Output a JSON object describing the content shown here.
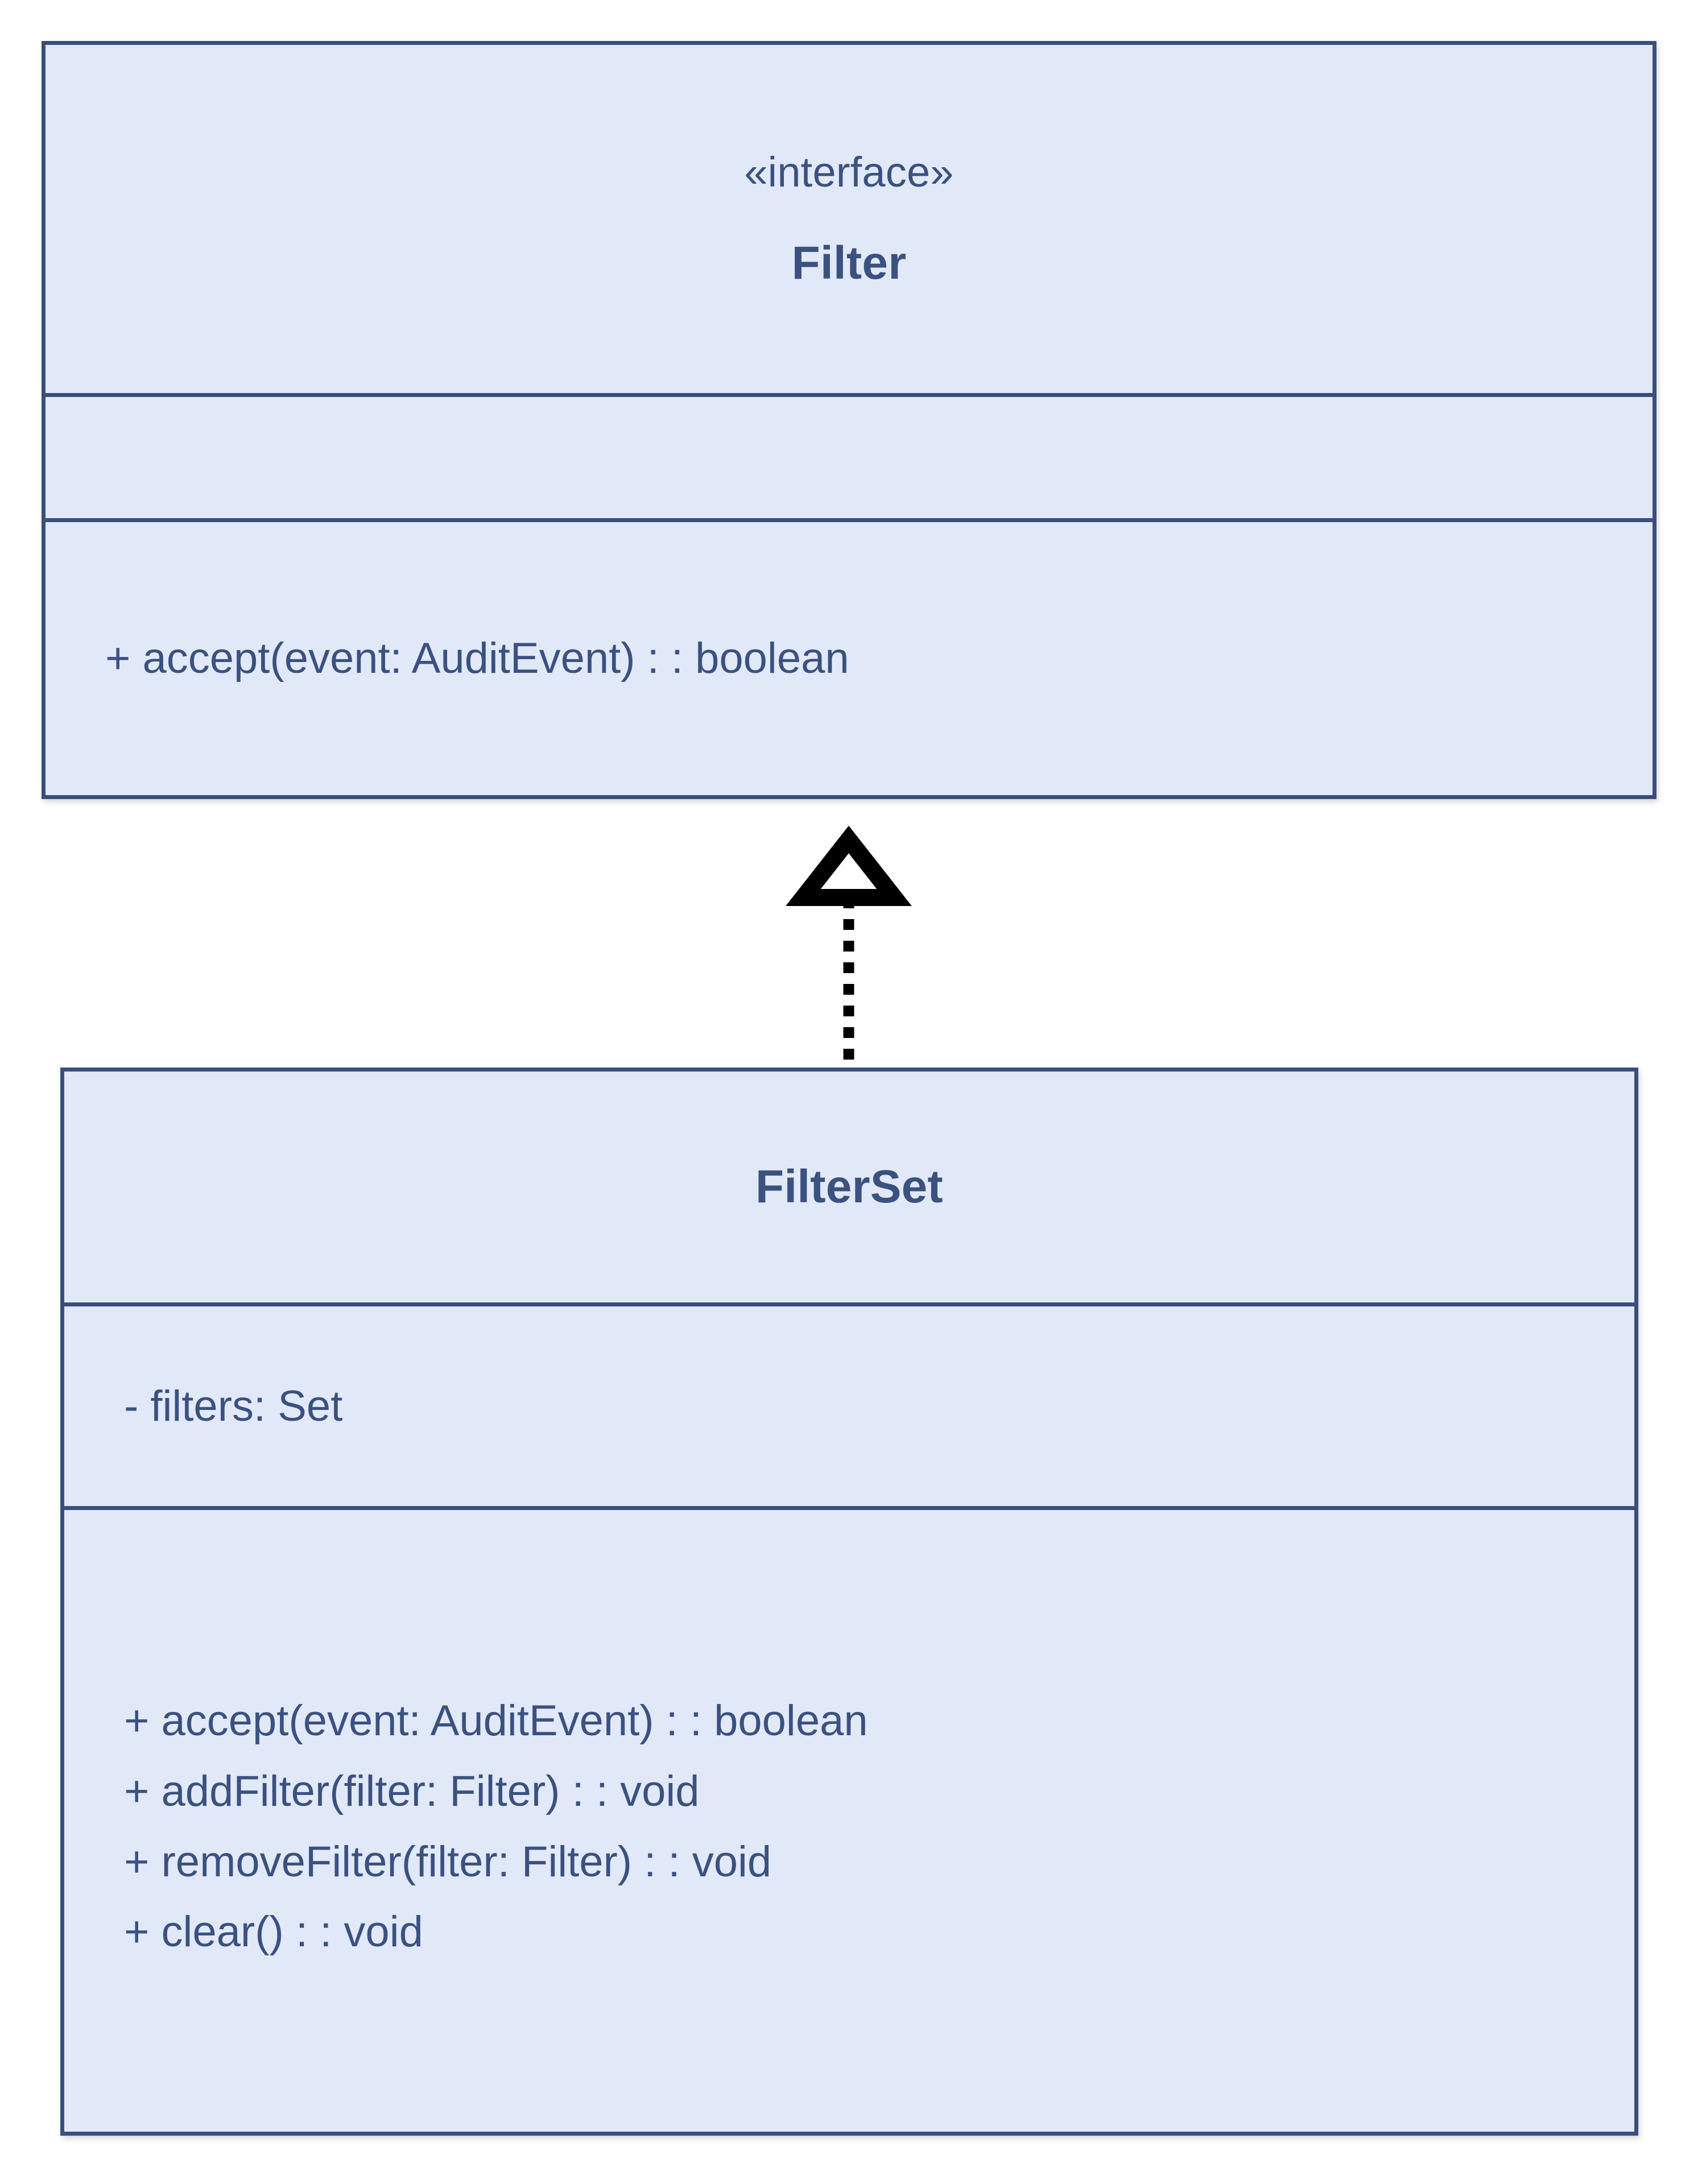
{
  "diagram": {
    "type": "uml-class-diagram",
    "background_color": "#ffffff",
    "class_fill_color": "#e1e9f9",
    "class_border_color": "#3a4e7c",
    "text_color": "#3b5180",
    "connector_color": "#000000"
  },
  "classes": [
    {
      "id": "filter",
      "stereotype": "«interface»",
      "name": "Filter",
      "attributes": [],
      "methods": [
        "+ accept(event: AuditEvent) : : boolean"
      ]
    },
    {
      "id": "filterset",
      "stereotype": "",
      "name": "FilterSet",
      "attributes": [
        "- filters: Set"
      ],
      "methods": [
        "+ accept(event: AuditEvent) : : boolean",
        "+ addFilter(filter: Filter) : : void",
        "+ removeFilter(filter: Filter) : : void",
        "+ clear() : : void"
      ]
    }
  ],
  "relationships": [
    {
      "id": "filterset-realizes-filter",
      "kind": "realization",
      "label": "",
      "from": "filterset",
      "to": "filter",
      "line_style": "dotted",
      "arrowhead": "hollow-triangle"
    }
  ]
}
